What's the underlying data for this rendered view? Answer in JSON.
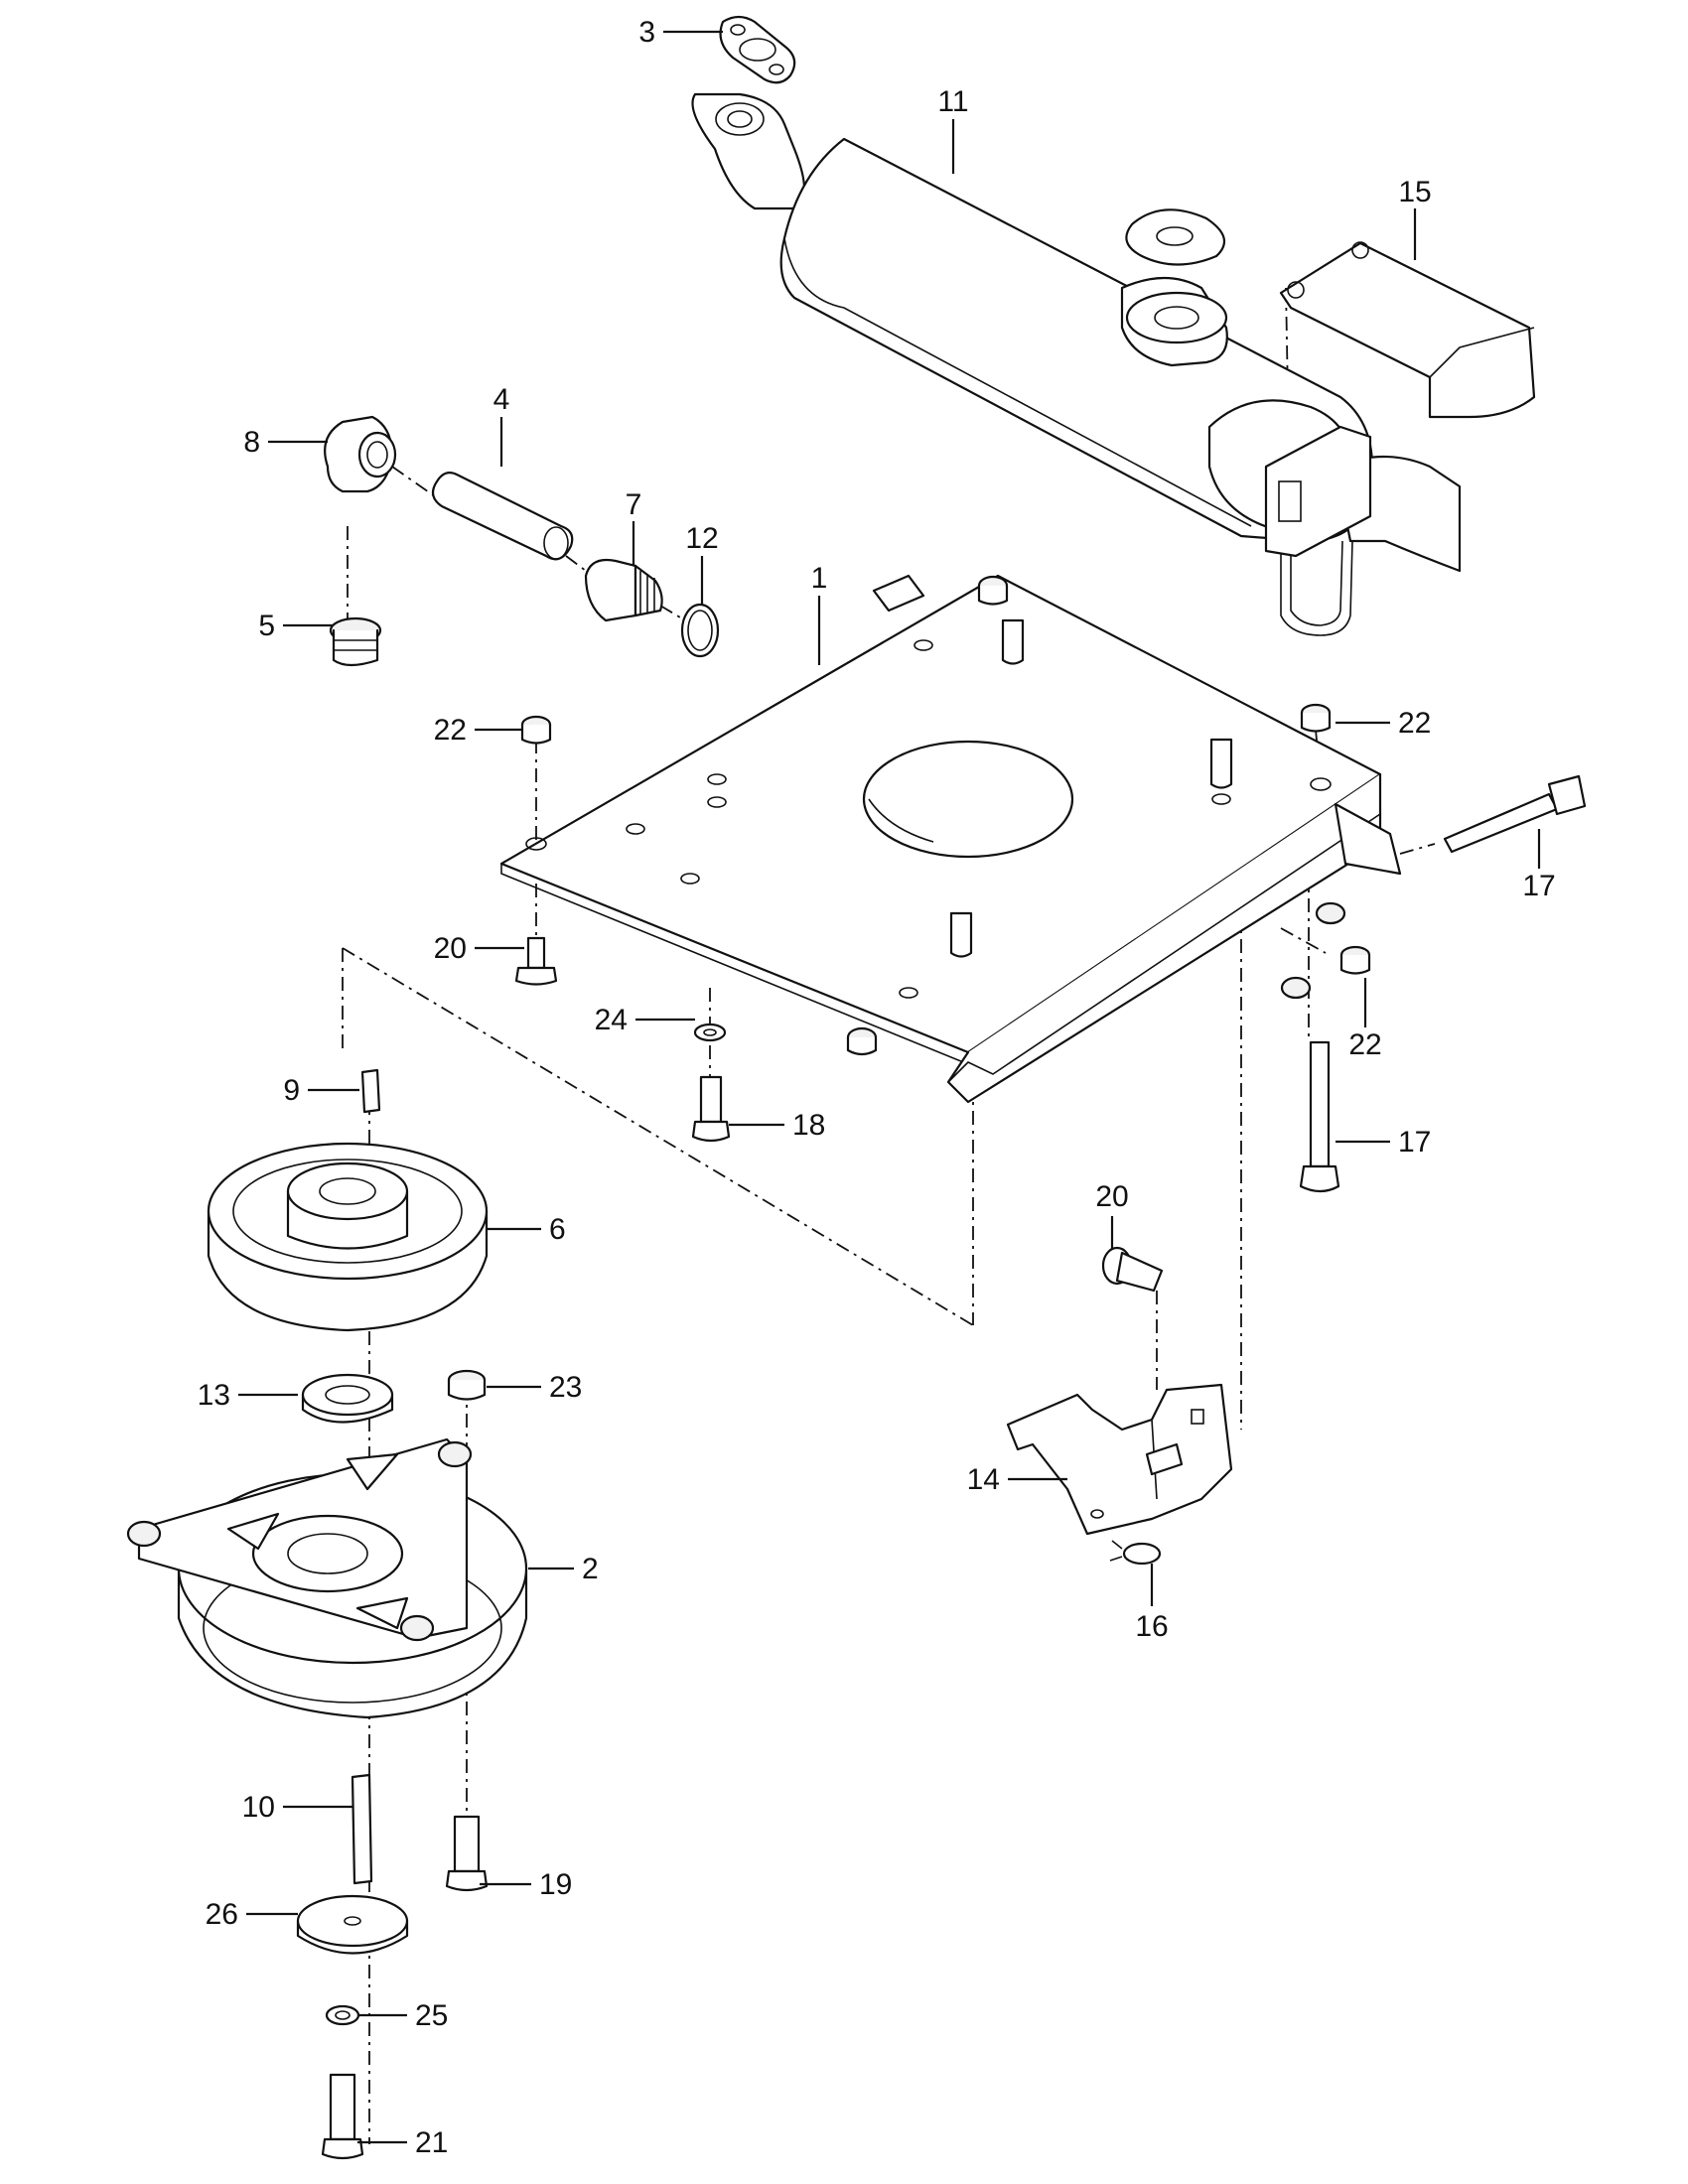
{
  "callouts": [
    {
      "id": "c1",
      "label": "1"
    },
    {
      "id": "c2",
      "label": "2"
    },
    {
      "id": "c3",
      "label": "3"
    },
    {
      "id": "c4",
      "label": "4"
    },
    {
      "id": "c5",
      "label": "5"
    },
    {
      "id": "c6",
      "label": "6"
    },
    {
      "id": "c7",
      "label": "7"
    },
    {
      "id": "c8",
      "label": "8"
    },
    {
      "id": "c9",
      "label": "9"
    },
    {
      "id": "c10",
      "label": "10"
    },
    {
      "id": "c11",
      "label": "11"
    },
    {
      "id": "c12",
      "label": "12"
    },
    {
      "id": "c13",
      "label": "13"
    },
    {
      "id": "c14",
      "label": "14"
    },
    {
      "id": "c15",
      "label": "15"
    },
    {
      "id": "c16",
      "label": "16"
    },
    {
      "id": "c17a",
      "label": "17"
    },
    {
      "id": "c17b",
      "label": "17"
    },
    {
      "id": "c18",
      "label": "18"
    },
    {
      "id": "c19",
      "label": "19"
    },
    {
      "id": "c20a",
      "label": "20"
    },
    {
      "id": "c20b",
      "label": "20"
    },
    {
      "id": "c21",
      "label": "21"
    },
    {
      "id": "c22a",
      "label": "22"
    },
    {
      "id": "c22b",
      "label": "22"
    },
    {
      "id": "c22c",
      "label": "22"
    },
    {
      "id": "c23",
      "label": "23"
    },
    {
      "id": "c24",
      "label": "24"
    },
    {
      "id": "c25",
      "label": "25"
    },
    {
      "id": "c26",
      "label": "26"
    }
  ]
}
